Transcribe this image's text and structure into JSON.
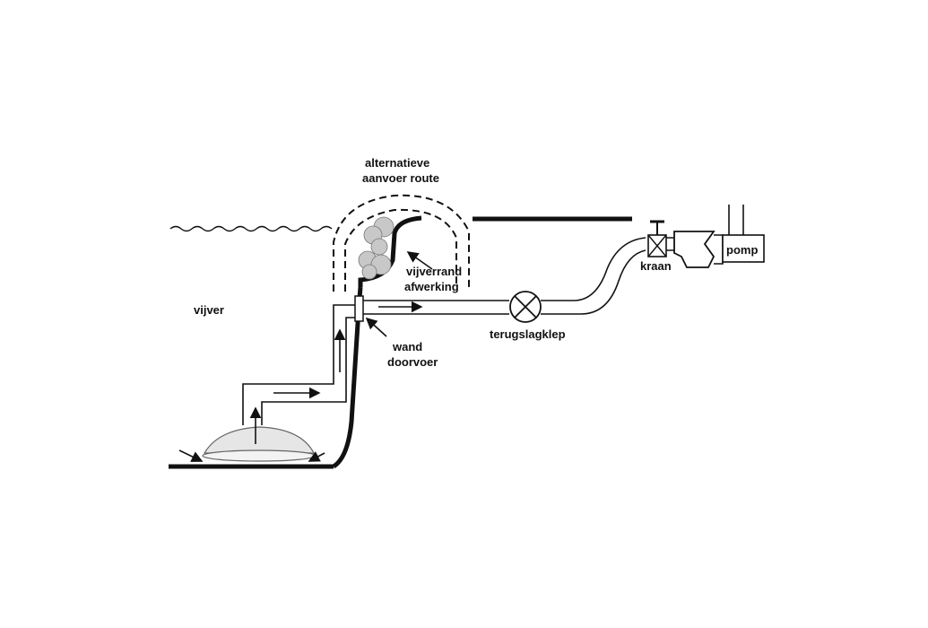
{
  "labels": {
    "alt_route_line1": "alternatieve",
    "alt_route_line2": "aanvoer route",
    "edge_finish_line1": "vijverrand",
    "edge_finish_line2": "afwerking",
    "pond": "vijver",
    "wall_line1": "wand",
    "wall_line2": "doorvoer",
    "check_valve": "terugslagklep",
    "tap": "kraan",
    "pump": "pomp"
  },
  "colors": {
    "line": "#111111",
    "stones": "#c8c8c8",
    "filter_dome": "#e6e6e6"
  }
}
